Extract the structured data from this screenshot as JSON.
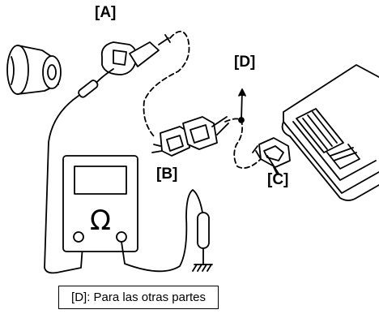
{
  "labels": {
    "a": "[A]",
    "b": "[B]",
    "c": "[C]",
    "d": "[D]"
  },
  "caption": "[D]: Para las otras partes",
  "meter_symbol": "Ω",
  "colors": {
    "line": "#000000",
    "background": "#ffffff"
  }
}
